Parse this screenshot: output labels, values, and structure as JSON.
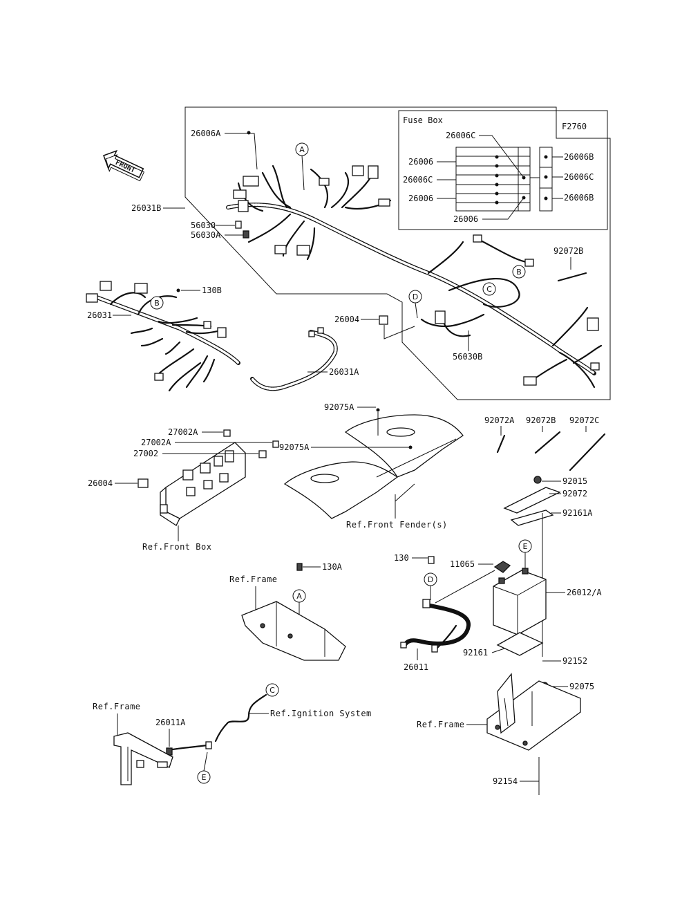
{
  "figure_code": "F2760",
  "front_badge": "FRONT",
  "fuse_box": {
    "title": "Fuse Box",
    "labels_left": [
      "26006C",
      "26006",
      "26006C",
      "26006",
      "26006"
    ],
    "labels_right": [
      "26006B",
      "26006C",
      "26006B"
    ]
  },
  "callouts": {
    "A": "A",
    "B": "B",
    "C": "C",
    "D": "D",
    "E": "E"
  },
  "parts": {
    "p26006A": "26006A",
    "p26031B": "26031B",
    "p56030": "56030",
    "p56030A": "56030A",
    "p130B": "130B",
    "p26031": "26031",
    "p26004_top": "26004",
    "p56030B": "56030B",
    "p26031A": "26031A",
    "p92072B_top": "92072B",
    "p92075A_1": "92075A",
    "p92075A_2": "92075A",
    "p27002A_1": "27002A",
    "p27002A_2": "27002A",
    "p27002": "27002",
    "p26004_left": "26004",
    "p92072A": "92072A",
    "p92072B": "92072B",
    "p92072C": "92072C",
    "p92015": "92015",
    "p92072": "92072",
    "p92161A": "92161A",
    "p130": "130",
    "p11065": "11065",
    "p26012A": "26012/A",
    "p130A": "130A",
    "p26011": "26011",
    "p92161": "92161",
    "p92152": "92152",
    "p92075": "92075",
    "p26011A": "26011A",
    "p92154": "92154"
  },
  "refs": {
    "front_box": "Ref.Front Box",
    "front_fenders": "Ref.Front Fender(s)",
    "frame_1": "Ref.Frame",
    "frame_2": "Ref.Frame",
    "frame_3": "Ref.Frame",
    "ignition": "Ref.Ignition System"
  }
}
